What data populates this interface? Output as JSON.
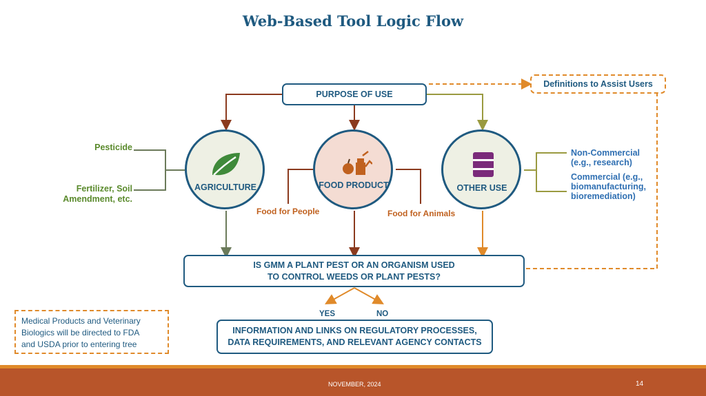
{
  "title": "Web-Based Tool Logic Flow",
  "purpose_label": "PURPOSE OF USE",
  "definitions_label": "Definitions to Assist Users",
  "circles": {
    "agriculture": "AGRICULTURE",
    "food_product": "FOOD PRODUCT",
    "other_use": "OTHER USE"
  },
  "agriculture_inputs": [
    "Pesticide",
    "Fertilizer, Soil",
    "Amendment, etc."
  ],
  "food_outputs": {
    "people": "Food for People",
    "animals": "Food for Animals"
  },
  "other_outputs": {
    "noncommercial": [
      "Non-Commercial",
      "(e.g., research)"
    ],
    "commercial": [
      "Commercial (e.g.,",
      "biomanufacturing,",
      "bioremediation)"
    ]
  },
  "question": [
    "IS GMM A PLANT PEST OR AN ORGANISM USED",
    "TO CONTROL WEEDS OR PLANT PESTS?"
  ],
  "yes_label": "YES",
  "no_label": "NO",
  "info_box": [
    "INFORMATION AND LINKS ON REGULATORY PROCESSES,",
    "DATA REQUIREMENTS, AND RELEVANT AGENCY CONTACTS"
  ],
  "medical_note": [
    "Medical Products and Veterinary",
    "Biologics will be directed to FDA",
    "and USDA prior to entering tree"
  ],
  "footer": {
    "date": "NOVEMBER, 2024",
    "page": "14"
  },
  "colors": {
    "navy": "#1f5a80",
    "green": "#5a8a2c",
    "orange": "#e08a2a",
    "brown": "#8b3a1e",
    "footer": "#b8552a"
  },
  "icons": [
    "leaf-icon",
    "food-icon",
    "barrel-icon"
  ]
}
